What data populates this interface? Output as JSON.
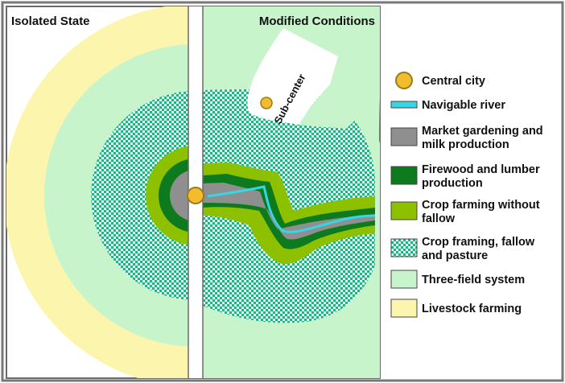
{
  "titles": {
    "left": "Isolated State",
    "right": "Modified Conditions",
    "subcenter": "Sub-center"
  },
  "legend": [
    {
      "id": "central-city",
      "lines": [
        "Central city"
      ],
      "color": "#f2bc2c",
      "symbol": "circle"
    },
    {
      "id": "navigable-river",
      "lines": [
        "Navigable river"
      ],
      "color": "#36d6e6",
      "symbol": "line"
    },
    {
      "id": "market-gardening",
      "lines": [
        "Market gardening and",
        "milk production"
      ],
      "color": "#8f8f8f",
      "symbol": "box"
    },
    {
      "id": "firewood",
      "lines": [
        "Firewood and lumber",
        "production"
      ],
      "color": "#0e7a1e",
      "symbol": "box"
    },
    {
      "id": "crop-no-fallow",
      "lines": [
        "Crop farming without",
        "fallow"
      ],
      "color": "#8dc100",
      "symbol": "box"
    },
    {
      "id": "crop-fallow-pasture",
      "lines": [
        "Crop framing, fallow",
        "and pasture"
      ],
      "color": "#6fd0a0",
      "symbol": "checker"
    },
    {
      "id": "three-field",
      "lines": [
        "Three-field system"
      ],
      "color": "#c8f4cc",
      "symbol": "box"
    },
    {
      "id": "livestock",
      "lines": [
        "Livestock farming"
      ],
      "color": "#fbf5ae",
      "symbol": "box"
    }
  ],
  "colors": {
    "livestock": "#fbf5ae",
    "three_field": "#c8f4cc",
    "crop_fallow_fill": "#e8fbef",
    "crop_fallow_dot": "#1db486",
    "crop_no_fallow": "#8dc100",
    "firewood": "#0e7a1e",
    "market": "#8f8f8f",
    "river": "#36d6e6",
    "city": "#f2bc2c",
    "city_stroke": "#9a7a20",
    "frame": "#777777"
  }
}
